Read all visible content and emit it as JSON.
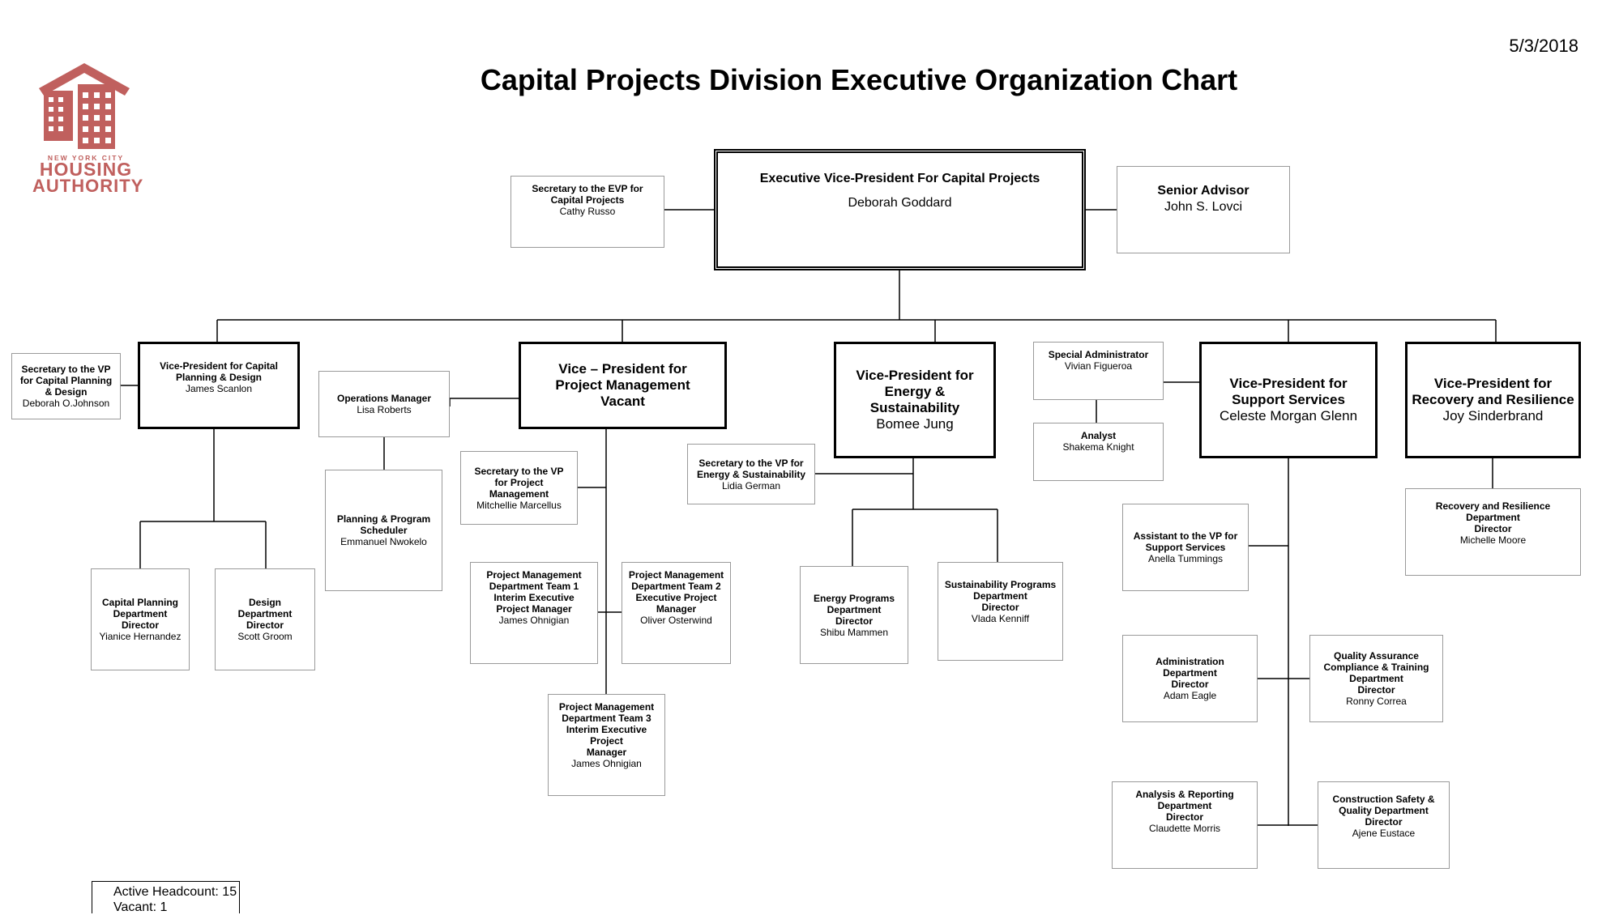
{
  "page": {
    "title": "Capital Projects Division Executive Organization Chart",
    "date": "5/3/2018",
    "logo": {
      "line1": "NEW YORK CITY",
      "line2": "HOUSING",
      "line3": "AUTHORITY",
      "color": "#c0605e"
    },
    "footer": {
      "headcount": "Active Headcount: 15",
      "vacant": "Vacant: 1"
    }
  },
  "nodes": {
    "evp": {
      "title": "Executive Vice-President For Capital Projects",
      "name": "Deborah Goddard"
    },
    "evp_secretary": {
      "title": "Secretary to the EVP for\nCapital Projects",
      "name": "Cathy Russo"
    },
    "senior_advisor": {
      "title": "Senior Advisor",
      "name": "John S. Lovci"
    },
    "vp_secretary_planning": {
      "title": "Secretary to the VP\nfor Capital Planning\n& Design",
      "name": "Deborah O.Johnson"
    },
    "vp_planning": {
      "title": "Vice-President for Capital\nPlanning & Design",
      "name": "James Scanlon"
    },
    "capital_planning_dept": {
      "title": "Capital Planning\nDepartment\nDirector",
      "name": "Yianice Hernandez"
    },
    "design_dept": {
      "title": "Design\nDepartment\nDirector",
      "name": "Scott Groom"
    },
    "operations_manager": {
      "title": "Operations Manager",
      "name": "Lisa Roberts"
    },
    "program_scheduler": {
      "title": "Planning & Program\nScheduler",
      "name": "Emmanuel Nwokelo"
    },
    "vp_project_mgmt": {
      "title": "Vice – President for\nProject Management",
      "name": "Vacant"
    },
    "vp_secretary_pm": {
      "title": "Secretary to the VP\nfor Project\nManagement",
      "name": "Mitchellie Marcellus"
    },
    "pm_team1": {
      "title": "Project Management\nDepartment Team 1\nInterim Executive\nProject Manager",
      "name": "James Ohnigian"
    },
    "pm_team2": {
      "title": "Project Management\nDepartment Team 2\nExecutive Project\nManager",
      "name": "Oliver Osterwind"
    },
    "pm_team3": {
      "title": "Project Management\nDepartment Team 3\nInterim Executive Project\nManager",
      "name": "James Ohnigian"
    },
    "vp_energy": {
      "title": "Vice-President  for\nEnergy & Sustainability",
      "name": "Bomee Jung"
    },
    "vp_secretary_energy": {
      "title": "Secretary to the VP for\nEnergy & Sustainability",
      "name": "Lidia German"
    },
    "energy_programs": {
      "title": "Energy Programs\nDepartment\nDirector",
      "name": "Shibu Mammen"
    },
    "sustainability_programs": {
      "title": "Sustainability Programs\nDepartment\nDirector",
      "name": "Vlada Kenniff"
    },
    "special_admin": {
      "title": "Special Administrator",
      "name": "Vivian Figueroa"
    },
    "analyst": {
      "title": "Analyst",
      "name": "Shakema Knight"
    },
    "vp_support": {
      "title": "Vice-President for\nSupport Services",
      "name": "Celeste Morgan Glenn"
    },
    "assistant_support": {
      "title": "Assistant to the VP for\nSupport Services",
      "name": "Anella Tummings"
    },
    "admin_dept": {
      "title": "Administration\nDepartment\nDirector",
      "name": "Adam Eagle"
    },
    "qa_dept": {
      "title": "Quality Assurance\nCompliance & Training\nDepartment\nDirector",
      "name": "Ronny Correa"
    },
    "analysis_dept": {
      "title": "Analysis & Reporting\nDepartment\nDirector",
      "name": "Claudette Morris"
    },
    "safety_dept": {
      "title": "Construction Safety &\nQuality Department\nDirector",
      "name": "Ajene Eustace"
    },
    "vp_recovery": {
      "title": "Vice-President for\nRecovery and Resilience",
      "name": "Joy Sinderbrand"
    },
    "recovery_dept": {
      "title": "Recovery and Resilience\nDepartment\nDirector",
      "name": "Michelle Moore"
    }
  }
}
